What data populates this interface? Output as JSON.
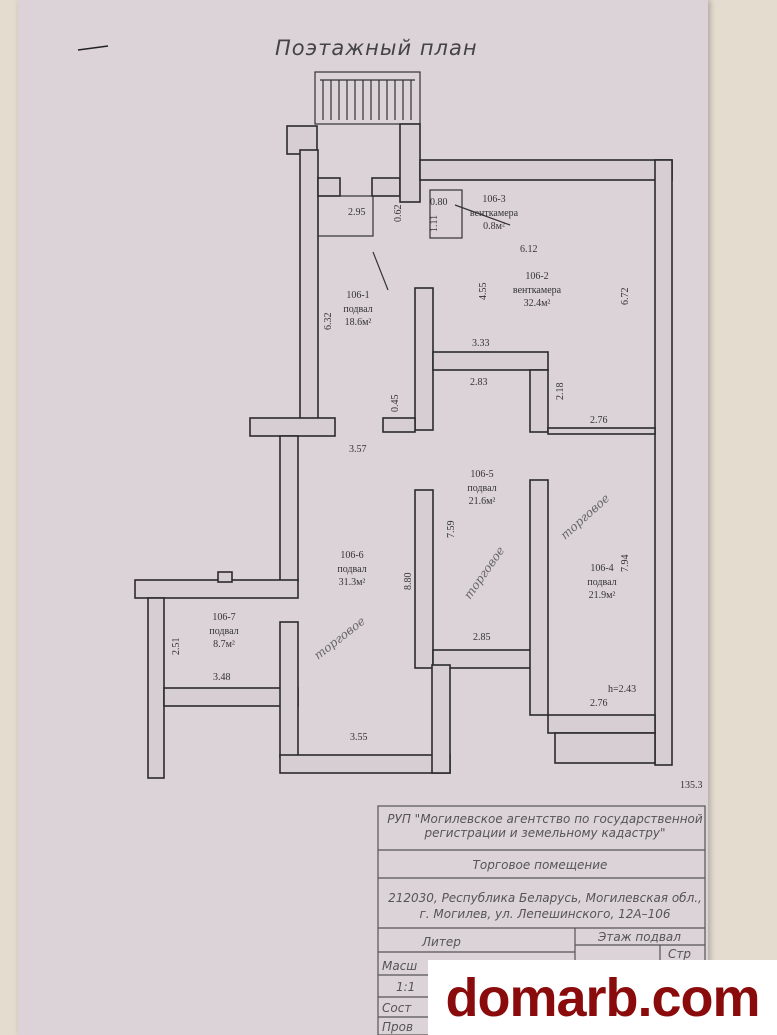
{
  "plan_title": "Поэтажный план",
  "rooms": [
    {
      "id": "106-1",
      "type": "подвал",
      "area": "18.6м²"
    },
    {
      "id": "106-2",
      "type": "венткамера",
      "area": "32.4м²"
    },
    {
      "id": "106-3",
      "type": "венткамера",
      "area": "0.8м²"
    },
    {
      "id": "106-4",
      "type": "подвал",
      "area": "21.9м²"
    },
    {
      "id": "106-5",
      "type": "подвал",
      "area": "21.6м²"
    },
    {
      "id": "106-6",
      "type": "подвал",
      "area": "31.3м²"
    },
    {
      "id": "106-7",
      "type": "подвал",
      "area": "8.7м²"
    }
  ],
  "dimensions": [
    "2.95",
    "0.62",
    "0.80",
    "1.11",
    "6.12",
    "4.55",
    "6.72",
    "6.32",
    "3.33",
    "2.83",
    "2.18",
    "0.45",
    "2.76",
    "3.57",
    "7.59",
    "7.94",
    "8.80",
    "2.85",
    "2.51",
    "3.48",
    "3.55",
    "2.76",
    "h=2.43",
    "135.3"
  ],
  "handwritten_notes": [
    "торговое",
    "торговое",
    "торговое"
  ],
  "title_block": {
    "organization_line1": "РУП \"Могилевское агентство по государственной",
    "organization_line2": "регистрации и земельному кадастру\"",
    "object": "Торговое помещение",
    "address_line1": "212030, Республика Беларусь, Могилевская обл.,",
    "address_line2": "г. Могилев, ул. Лепешинского, 12А–106",
    "liter": "Литер",
    "floor": "Этаж подвал",
    "sheet": "Стр",
    "scale_label": "Масш",
    "scale_value": "1:1",
    "compiled": "Сост",
    "checked": "Пров"
  },
  "watermark": "domarb.com"
}
